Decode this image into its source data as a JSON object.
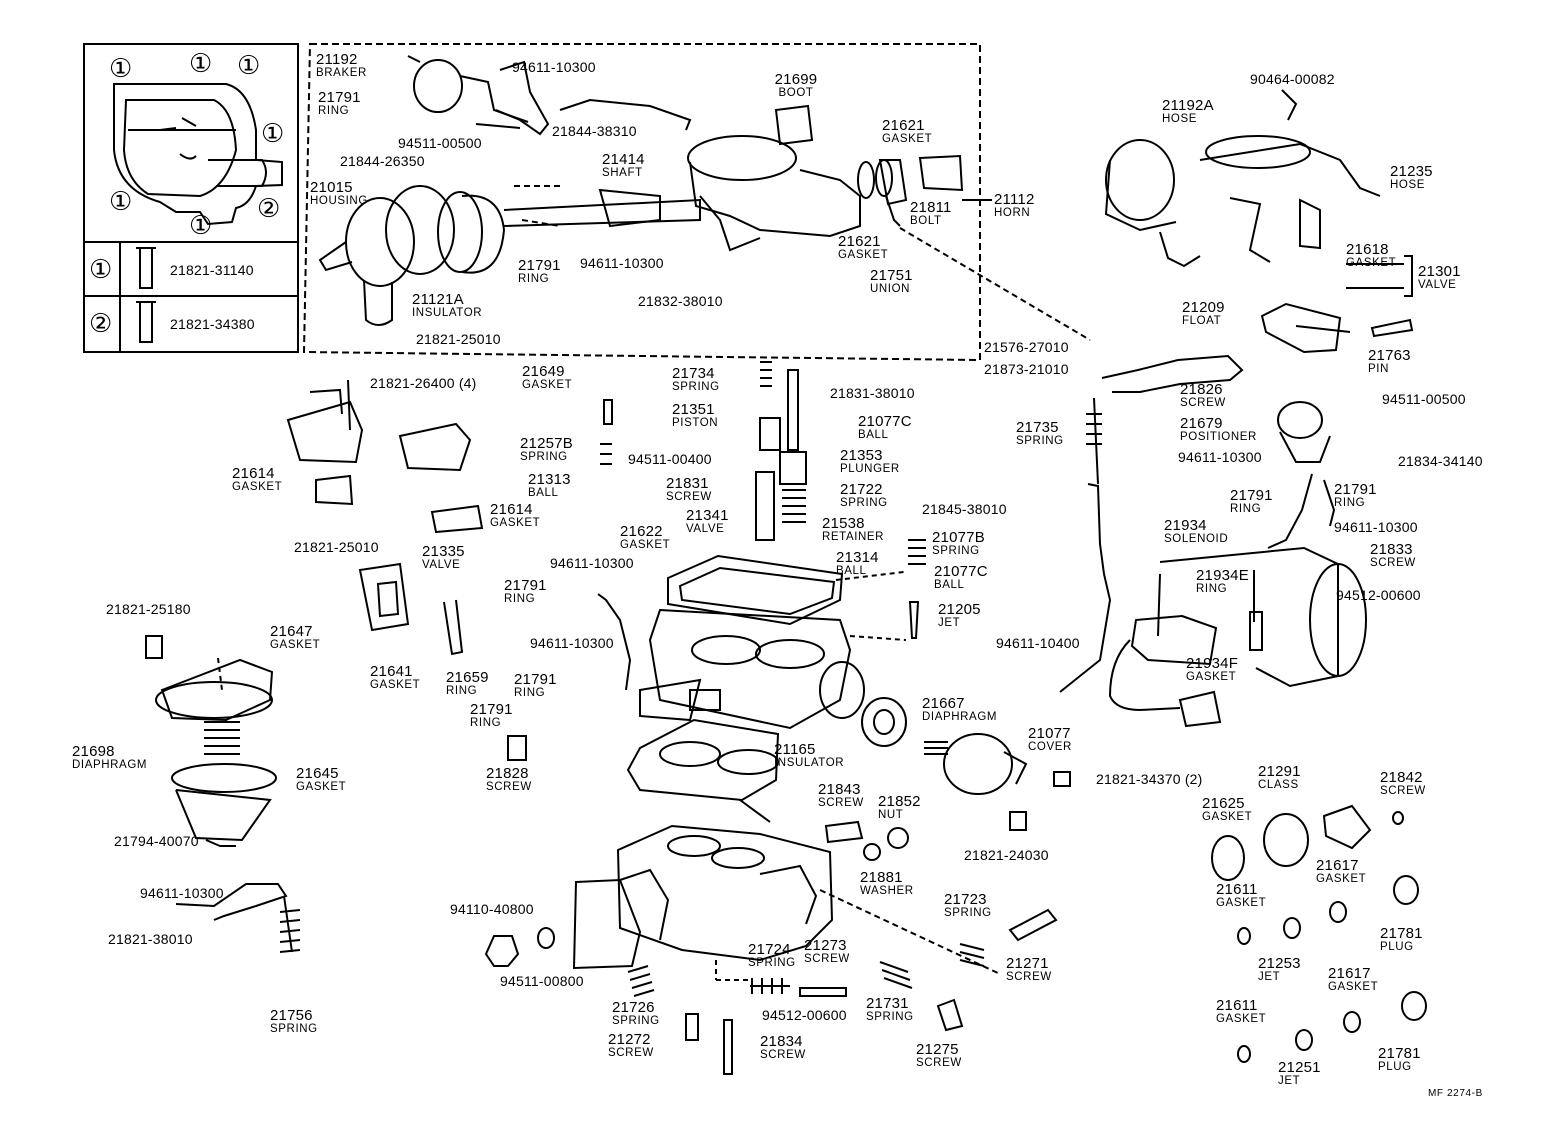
{
  "inset": {
    "circle_markers": {
      "one": "①",
      "two": "②"
    },
    "rows": [
      {
        "marker": "①",
        "part_no": "21821-31140"
      },
      {
        "marker": "②",
        "part_no": "21821-34380"
      }
    ]
  },
  "parts": [
    {
      "id": "p21192",
      "no": "21192",
      "name": "BRAKER"
    },
    {
      "id": "p94611a",
      "no": "94611-10300",
      "name": ""
    },
    {
      "id": "p21791a",
      "no": "21791",
      "name": "RING"
    },
    {
      "id": "p21699",
      "no": "21699",
      "name": "BOOT"
    },
    {
      "id": "p21844_38310",
      "no": "21844-38310",
      "name": ""
    },
    {
      "id": "p94511a",
      "no": "94511-00500",
      "name": ""
    },
    {
      "id": "p21621a",
      "no": "21621",
      "name": "GASKET"
    },
    {
      "id": "p21844_26350",
      "no": "21844-26350",
      "name": ""
    },
    {
      "id": "p21414",
      "no": "21414",
      "name": "SHAFT"
    },
    {
      "id": "p21015",
      "no": "21015",
      "name": "HOUSING"
    },
    {
      "id": "p21811",
      "no": "21811",
      "name": "BOLT"
    },
    {
      "id": "p21112",
      "no": "21112",
      "name": "HORN"
    },
    {
      "id": "p21621b",
      "no": "21621",
      "name": "GASKET"
    },
    {
      "id": "p21791b",
      "no": "21791",
      "name": "RING"
    },
    {
      "id": "p94611b",
      "no": "94611-10300",
      "name": ""
    },
    {
      "id": "p21751",
      "no": "21751",
      "name": "UNION"
    },
    {
      "id": "p21121A",
      "no": "21121A",
      "name": "INSULATOR"
    },
    {
      "id": "p21832",
      "no": "21832-38010",
      "name": ""
    },
    {
      "id": "p21821_25010a",
      "no": "21821-25010",
      "name": ""
    },
    {
      "id": "p90464",
      "no": "90464-00082",
      "name": ""
    },
    {
      "id": "p21192A",
      "no": "21192A",
      "name": "HOSE"
    },
    {
      "id": "p21235",
      "no": "21235",
      "name": "HOSE"
    },
    {
      "id": "p21618",
      "no": "21618",
      "name": "GASKET"
    },
    {
      "id": "p21301",
      "no": "21301",
      "name": "VALVE"
    },
    {
      "id": "p21209",
      "no": "21209",
      "name": "FLOAT"
    },
    {
      "id": "p21763",
      "no": "21763",
      "name": "PIN"
    },
    {
      "id": "p21576",
      "no": "21576-27010",
      "name": ""
    },
    {
      "id": "p21873",
      "no": "21873-21010",
      "name": ""
    },
    {
      "id": "p21826",
      "no": "21826",
      "name": "SCREW"
    },
    {
      "id": "p94511b",
      "no": "94511-00500",
      "name": ""
    },
    {
      "id": "p21735",
      "no": "21735",
      "name": "SPRING"
    },
    {
      "id": "p21679",
      "no": "21679",
      "name": "POSITIONER"
    },
    {
      "id": "p21834_34140",
      "no": "21834-34140",
      "name": ""
    },
    {
      "id": "p94611c",
      "no": "94611-10300",
      "name": ""
    },
    {
      "id": "p21791c",
      "no": "21791",
      "name": "RING"
    },
    {
      "id": "p21791d",
      "no": "21791",
      "name": "RING"
    },
    {
      "id": "p94611d",
      "no": "94611-10300",
      "name": ""
    },
    {
      "id": "p21934",
      "no": "21934",
      "name": "SOLENOID"
    },
    {
      "id": "p21833",
      "no": "21833",
      "name": "SCREW"
    },
    {
      "id": "p21934E",
      "no": "21934E",
      "name": "RING"
    },
    {
      "id": "p94512a",
      "no": "94512-00600",
      "name": ""
    },
    {
      "id": "p94611_10400",
      "no": "94611-10400",
      "name": ""
    },
    {
      "id": "p21934F",
      "no": "21934F",
      "name": "GASKET"
    },
    {
      "id": "p21821_26400",
      "no": "21821-26400 (4)",
      "name": ""
    },
    {
      "id": "p21649",
      "no": "21649",
      "name": "GASKET"
    },
    {
      "id": "p21734",
      "no": "21734",
      "name": "SPRING"
    },
    {
      "id": "p21831_38010",
      "no": "21831-38010",
      "name": ""
    },
    {
      "id": "p21351",
      "no": "21351",
      "name": "PISTON"
    },
    {
      "id": "p21077Ca",
      "no": "21077C",
      "name": "BALL"
    },
    {
      "id": "p21257B",
      "no": "21257B",
      "name": "SPRING"
    },
    {
      "id": "p94511_00400",
      "no": "94511-00400",
      "name": ""
    },
    {
      "id": "p21353",
      "no": "21353",
      "name": "PLUNGER"
    },
    {
      "id": "p21614a",
      "no": "21614",
      "name": "GASKET"
    },
    {
      "id": "p21313",
      "no": "21313",
      "name": "BALL"
    },
    {
      "id": "p21831",
      "no": "21831",
      "name": "SCREW"
    },
    {
      "id": "p21722",
      "no": "21722",
      "name": "SPRING"
    },
    {
      "id": "p21845",
      "no": "21845-38010",
      "name": ""
    },
    {
      "id": "p21614b",
      "no": "21614",
      "name": "GASKET"
    },
    {
      "id": "p21341",
      "no": "21341",
      "name": "VALVE"
    },
    {
      "id": "p21538",
      "no": "21538",
      "name": "RETAINER"
    },
    {
      "id": "p21077B",
      "no": "21077B",
      "name": "SPRING"
    },
    {
      "id": "p21622",
      "no": "21622",
      "name": "GASKET"
    },
    {
      "id": "p21314",
      "no": "21314",
      "name": "BALL"
    },
    {
      "id": "p21821_25010b",
      "no": "21821-25010",
      "name": ""
    },
    {
      "id": "p21335",
      "no": "21335",
      "name": "VALVE"
    },
    {
      "id": "p94611e",
      "no": "94611-10300",
      "name": ""
    },
    {
      "id": "p21077Cb",
      "no": "21077C",
      "name": "BALL"
    },
    {
      "id": "p21791e",
      "no": "21791",
      "name": "RING"
    },
    {
      "id": "p21205",
      "no": "21205",
      "name": "JET"
    },
    {
      "id": "p21821_25180",
      "no": "21821-25180",
      "name": ""
    },
    {
      "id": "p21647",
      "no": "21647",
      "name": "GASKET"
    },
    {
      "id": "p94611f",
      "no": "94611-10300",
      "name": ""
    },
    {
      "id": "p21641",
      "no": "21641",
      "name": "GASKET"
    },
    {
      "id": "p21659",
      "no": "21659",
      "name": "RING"
    },
    {
      "id": "p21791f",
      "no": "21791",
      "name": "RING"
    },
    {
      "id": "p21667",
      "no": "21667",
      "name": "DIAPHRAGM"
    },
    {
      "id": "p21791g",
      "no": "21791",
      "name": "RING"
    },
    {
      "id": "p21698",
      "no": "21698",
      "name": "DIAPHRAGM"
    },
    {
      "id": "p21077",
      "no": "21077",
      "name": "COVER"
    },
    {
      "id": "p21165",
      "no": "21165",
      "name": "INSULATOR"
    },
    {
      "id": "p21645",
      "no": "21645",
      "name": "GASKET"
    },
    {
      "id": "p21828",
      "no": "21828",
      "name": "SCREW"
    },
    {
      "id": "p21821_34370",
      "no": "21821-34370 (2)",
      "name": ""
    },
    {
      "id": "p21291",
      "no": "21291",
      "name": "CLASS"
    },
    {
      "id": "p21842",
      "no": "21842",
      "name": "SCREW"
    },
    {
      "id": "p21843",
      "no": "21843",
      "name": "SCREW"
    },
    {
      "id": "p21852",
      "no": "21852",
      "name": "NUT"
    },
    {
      "id": "p21625",
      "no": "21625",
      "name": "GASKET"
    },
    {
      "id": "p21794",
      "no": "21794-40070",
      "name": ""
    },
    {
      "id": "p94611g",
      "no": "94611-10300",
      "name": ""
    },
    {
      "id": "p21821_24030",
      "no": "21821-24030",
      "name": ""
    },
    {
      "id": "p21881",
      "no": "21881",
      "name": "WASHER"
    },
    {
      "id": "p21617a",
      "no": "21617",
      "name": "GASKET"
    },
    {
      "id": "p21821_38010",
      "no": "21821-38010",
      "name": ""
    },
    {
      "id": "p21611a",
      "no": "21611",
      "name": "GASKET"
    },
    {
      "id": "p94110",
      "no": "94110-40800",
      "name": ""
    },
    {
      "id": "p21723",
      "no": "21723",
      "name": "SPRING"
    },
    {
      "id": "p21781a",
      "no": "21781",
      "name": "PLUG"
    },
    {
      "id": "p21724",
      "no": "21724",
      "name": "SPRING"
    },
    {
      "id": "p21273",
      "no": "21273",
      "name": "SCREW"
    },
    {
      "id": "p21253",
      "no": "21253",
      "name": "JET"
    },
    {
      "id": "p21271",
      "no": "21271",
      "name": "SCREW"
    },
    {
      "id": "p94511_00800",
      "no": "94511-00800",
      "name": ""
    },
    {
      "id": "p21617b",
      "no": "21617",
      "name": "GASKET"
    },
    {
      "id": "p21726",
      "no": "21726",
      "name": "SPRING"
    },
    {
      "id": "p21731",
      "no": "21731",
      "name": "SPRING"
    },
    {
      "id": "p21756",
      "no": "21756",
      "name": "SPRING"
    },
    {
      "id": "p94512b",
      "no": "94512-00600",
      "name": ""
    },
    {
      "id": "p21611b",
      "no": "21611",
      "name": "GASKET"
    },
    {
      "id": "p21272",
      "no": "21272",
      "name": "SCREW"
    },
    {
      "id": "p21834",
      "no": "21834",
      "name": "SCREW"
    },
    {
      "id": "p21275",
      "no": "21275",
      "name": "SCREW"
    },
    {
      "id": "p21781b",
      "no": "21781",
      "name": "PLUG"
    },
    {
      "id": "p21251",
      "no": "21251",
      "name": "JET"
    }
  ],
  "footer": "MF  2274-B"
}
